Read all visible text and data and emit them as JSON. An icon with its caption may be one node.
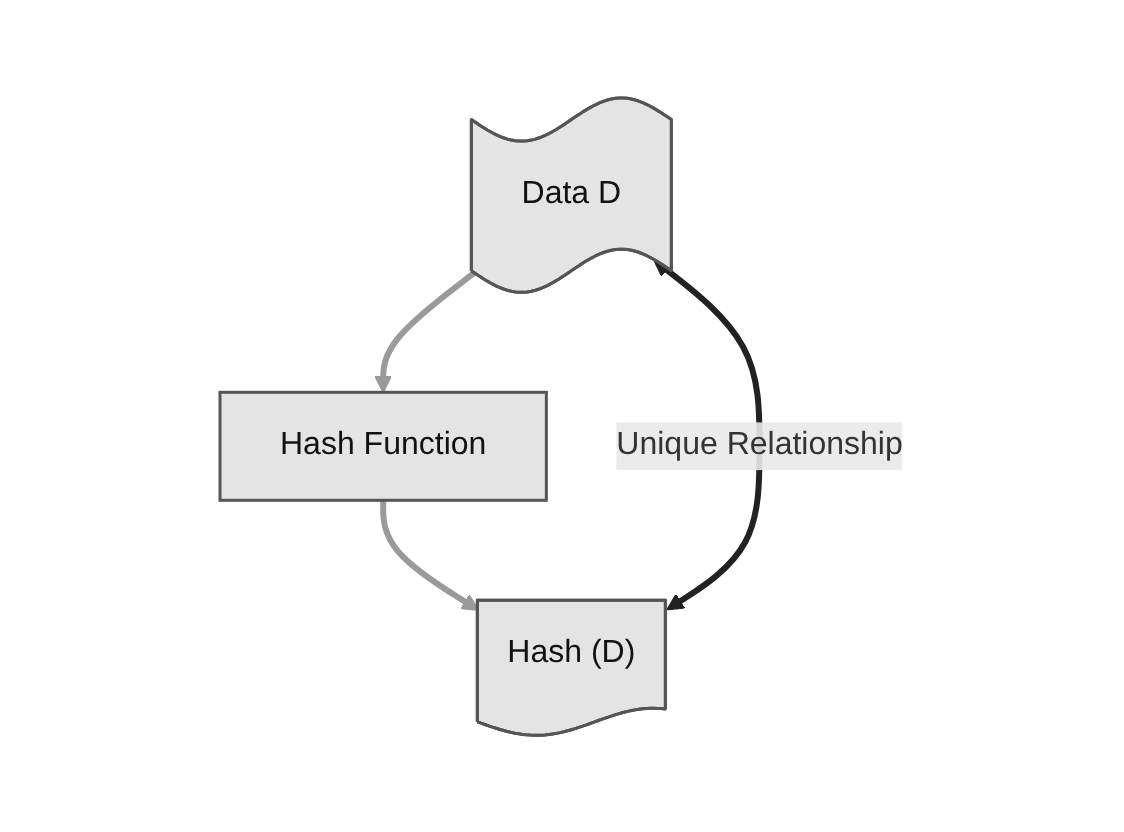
{
  "diagram": {
    "nodes": [
      {
        "text": [
          "Data D"
        ]
      },
      {
        "text": [
          "Hash Function"
        ]
      },
      {
        "text": [
          "Hash (D)"
        ]
      }
    ],
    "edges": [
      {
        "from": 0,
        "to": 1,
        "arrow": "to"
      },
      {
        "from": 1,
        "to": 2,
        "arrow": "to"
      },
      {
        "from": 2,
        "to": 0,
        "arrow": "both",
        "label": "Unique Relationship",
        "color": "#222222"
      }
    ]
  }
}
